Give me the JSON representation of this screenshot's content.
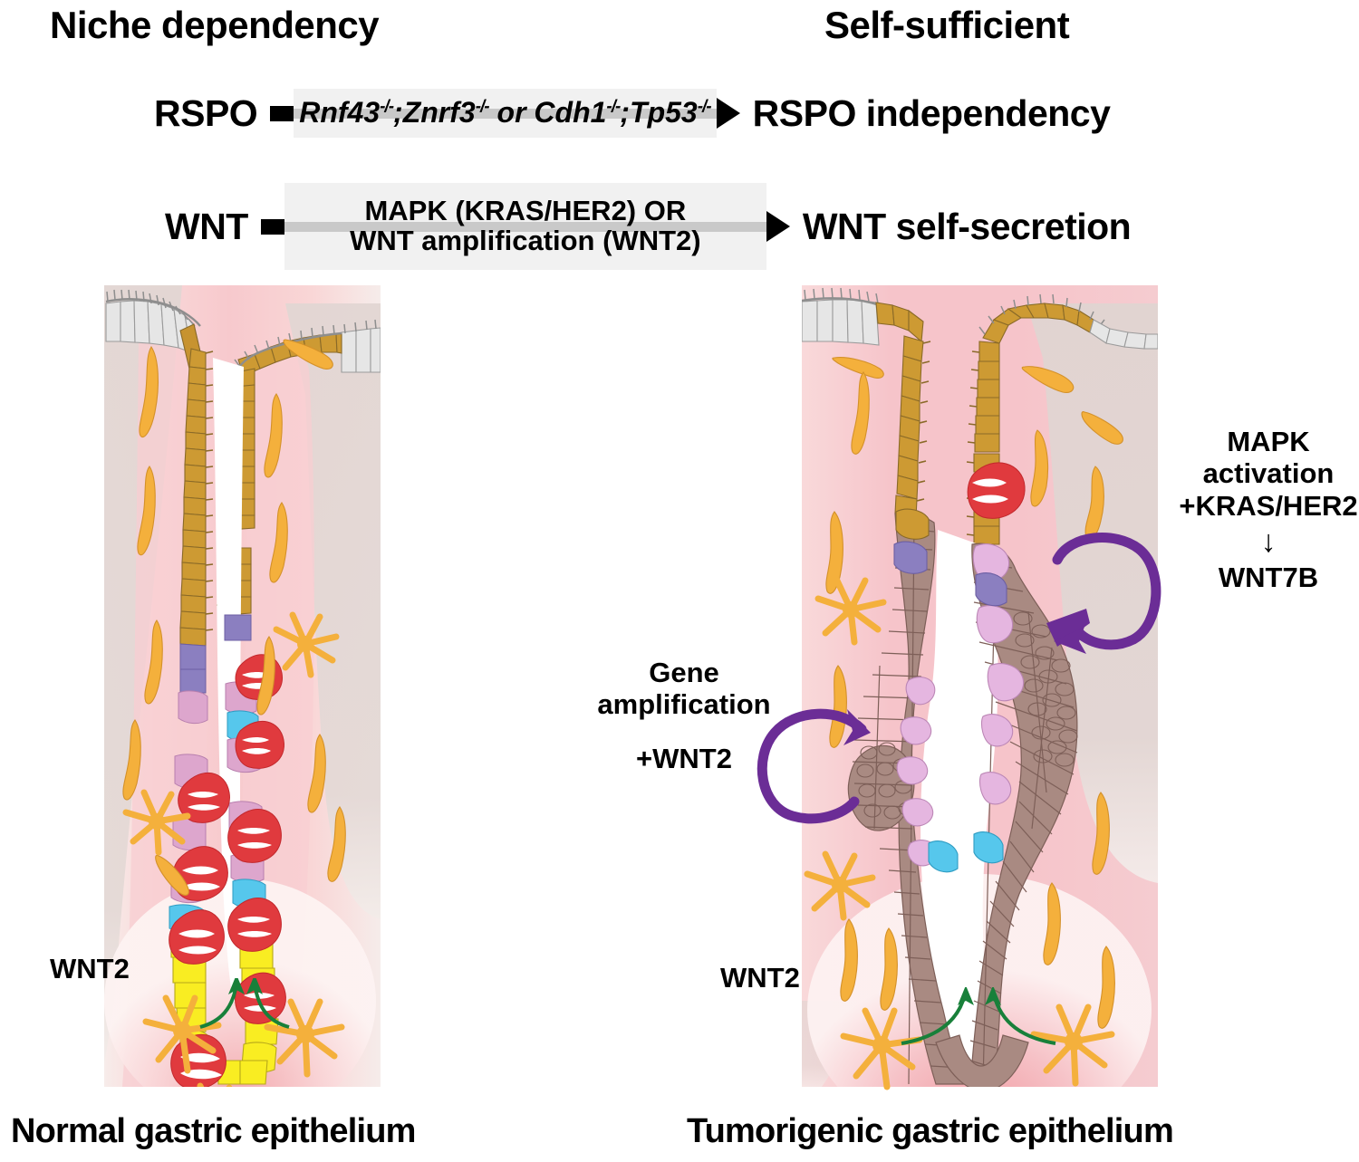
{
  "headers": {
    "left": "Niche dependency",
    "right": "Self-sufficient"
  },
  "pathways": [
    {
      "id": "rspo",
      "source_label": "RSPO",
      "mechanism_html": "Rnf43-/-;Znrf3-/- or Cdh1-/-;Tp53-/-",
      "mechanism_parts": {
        "gene1": "Rnf43",
        "sup1": "-/-",
        "sep1": ";",
        "gene2": "Znrf3",
        "sup2": "-/-",
        "conj": " or ",
        "gene3": "Cdh1",
        "sup3": "-/-",
        "sep2": ";",
        "gene4": "Tp53",
        "sup4": "-/-"
      },
      "outcome_label": "RSPO independency"
    },
    {
      "id": "wnt",
      "source_label": "WNT",
      "mechanism_line1": "MAPK (KRAS/HER2) OR",
      "mechanism_line2": "WNT amplification (WNT2)",
      "outcome_label": "WNT self-secretion"
    }
  ],
  "annotations": {
    "mapk": {
      "line1": "MAPK",
      "line2": "activation",
      "line3": "+KRAS/HER2",
      "arrow": "↓",
      "line4": "WNT7B"
    },
    "gene_amp": {
      "line1": "Gene",
      "line2": "amplification",
      "line3": "+WNT2"
    },
    "wnt2_left": "WNT2",
    "wnt2_right": "WNT2"
  },
  "captions": {
    "left": "Normal gastric epithelium",
    "right": "Tumorigenic gastric epithelium"
  },
  "colors": {
    "foveolar_gold": "#cd9a33",
    "surface_grey": "#e0e0e0",
    "parietal_red": "#e03a3e",
    "neck_pink": "#dda6cd",
    "chief_yellow": "#f9ed22",
    "blue_cell": "#56c7ec",
    "purple_cell": "#8b7fc0",
    "tumor_brown": "#a98a82",
    "tumor_lilac": "#e5b6e0",
    "stroma_pink": "#f6c6cc",
    "stroma_pale": "#e3d7d4",
    "fibroblast_orange": "#f4b03c",
    "wnt_arrow_green": "#18803a",
    "loop_purple": "#6b2d96",
    "box_grey": "#f1f1f1",
    "bar_grey": "#c9c9c9"
  }
}
